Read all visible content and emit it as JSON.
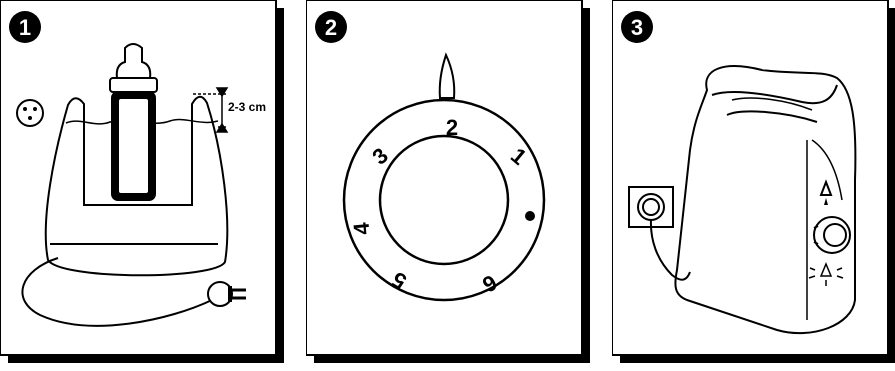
{
  "panels": [
    {
      "step": "1",
      "measure_label": "2-3 cm"
    },
    {
      "step": "2",
      "dial_labels": [
        "1",
        "2",
        "3",
        "4",
        "5",
        "6"
      ]
    },
    {
      "step": "3"
    }
  ],
  "colors": {
    "ink": "#000000",
    "paper": "#ffffff"
  },
  "icons": [
    "socket-icon",
    "plug-icon",
    "baby-bottle",
    "bottle-warmer",
    "control-dial",
    "wall-socket-icon",
    "temperature-knob",
    "indicator-light"
  ]
}
